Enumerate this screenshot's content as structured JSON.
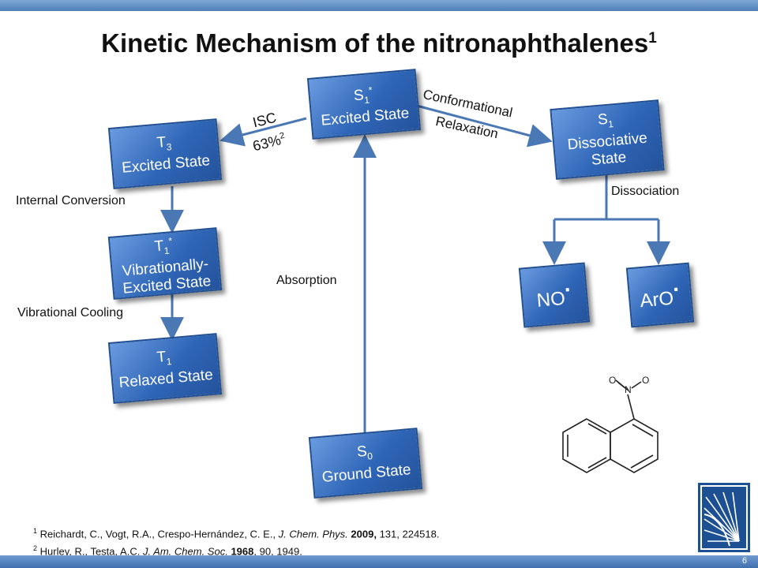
{
  "page": {
    "title": "Kinetic Mechanism of the nitronaphthalenes",
    "title_ref": "1",
    "page_number": "6"
  },
  "states": {
    "s1_excited": {
      "symbol": "S",
      "sub": "1",
      "sup": "*",
      "line2": "Excited State"
    },
    "t3_excited": {
      "symbol": "T",
      "sub": "3",
      "line2": "Excited State"
    },
    "t1_vib": {
      "symbol": "T",
      "sub": "1",
      "sup": "*",
      "line2": "Vibrationally-",
      "line3": "Excited State"
    },
    "t1_relaxed": {
      "symbol": "T",
      "sub": "1",
      "line2": "Relaxed State"
    },
    "s0_ground": {
      "symbol": "S",
      "sub": "0",
      "line2": "Ground State"
    },
    "s1_dissociative": {
      "symbol": "S",
      "sub": "1",
      "line2": "Dissociative",
      "line3": "State"
    },
    "no_radical": {
      "label": "NO",
      "dot": "·"
    },
    "aro_radical": {
      "label": "ArO",
      "dot": "·"
    }
  },
  "labels": {
    "isc": "ISC",
    "isc_yield": "63%",
    "isc_yield_ref": "2",
    "conformational": "Conformational",
    "relaxation": "Relaxation",
    "internal_conversion": "Internal Conversion",
    "vibrational_cooling": "Vibrational Cooling",
    "absorption": "Absorption",
    "dissociation": "Dissociation"
  },
  "molecule": {
    "atom_o1": "O",
    "atom_n": "N",
    "atom_o2": "O"
  },
  "references": [
    {
      "num": "1",
      "authors": "Reichardt, C., Vogt, R.A., Crespo-Hernández, C. E., ",
      "journal": "J. Chem. Phys.",
      "year": "2009,",
      "rest": " 131, 224518."
    },
    {
      "num": "2",
      "authors": "Hurley, R., Testa, A.C. ",
      "journal": "J. Am. Chem. Soc.",
      "year": "1968",
      "rest": ", 90, 1949."
    }
  ],
  "colors": {
    "box_blue": "#2f66b7",
    "arrow_blue": "#4a78b5",
    "bar_blue": "#4f7fb8"
  }
}
